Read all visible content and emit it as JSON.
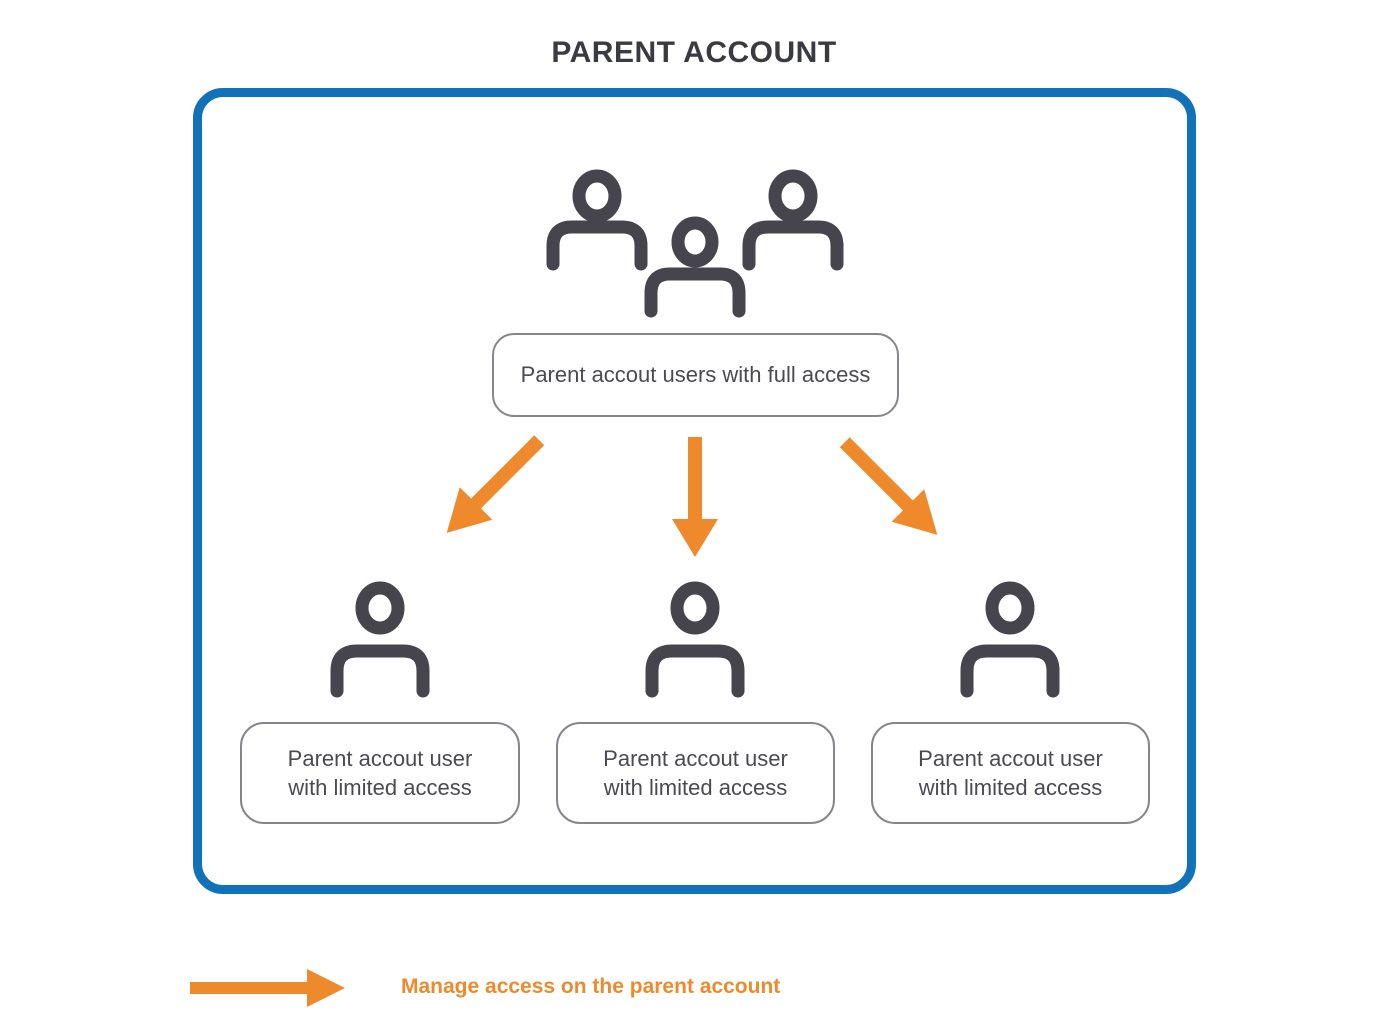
{
  "title": "PARENT ACCOUNT",
  "colors": {
    "border_blue": "#1272b9",
    "orange": "#ee8a2b",
    "icon_dark": "#46454e",
    "box_border": "#85858c",
    "text_dark": "#4a4a52",
    "title_dark": "#3a3a42"
  },
  "diagram": {
    "full_access_label": "Parent accout users with full access",
    "branches": [
      {
        "label": "Parent accout user with limited access"
      },
      {
        "label": "Parent accout user with limited access"
      },
      {
        "label": "Parent accout user with limited access"
      }
    ]
  },
  "legend": {
    "label": "Manage access on the parent account"
  },
  "icons": {
    "group_users_icon": "three-user-silhouettes",
    "person_icon": "single-user-silhouette",
    "manage_access_arrow_icon": "orange-down-arrow",
    "legend_arrow_icon": "orange-right-arrow"
  }
}
